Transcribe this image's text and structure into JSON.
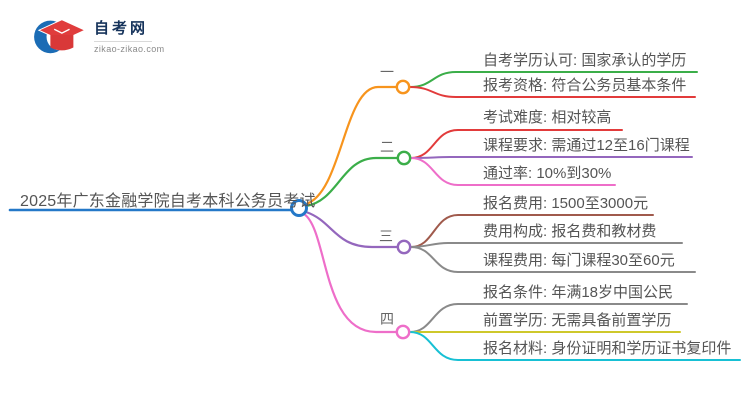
{
  "logo": {
    "title": "自考网",
    "domain": "zikao-zikao.com",
    "icon": "graduation-cap-crescent-icon",
    "colors": {
      "crescent_blue": "#1b6cb5",
      "cap_red": "#e03c3c",
      "title_navy": "#16335b"
    }
  },
  "root": {
    "label": "2025年广东金融学院自考本科公务员考试",
    "underline_color": "#2478c8"
  },
  "branches": [
    {
      "label": "一",
      "color": "#f7941d",
      "leaves": [
        {
          "text": "自考学历认可: 国家承认的学历",
          "color": "#3bae49"
        },
        {
          "text": "报考资格: 符合公务员基本条件",
          "color": "#e23b3b"
        }
      ]
    },
    {
      "label": "二",
      "color": "#3bae49",
      "leaves": [
        {
          "text": "考试难度: 相对较高",
          "color": "#e23b3b"
        },
        {
          "text": "课程要求: 需通过12至16门课程",
          "color": "#9467bd"
        },
        {
          "text": "通过率: 10%到30%",
          "color": "#ee6ec9"
        }
      ]
    },
    {
      "label": "三",
      "color": "#9467bd",
      "leaves": [
        {
          "text": "报名费用: 1500至3000元",
          "color": "#a05a4c"
        },
        {
          "text": "费用构成: 报名费和教材费",
          "color": "#8a8a8a"
        },
        {
          "text": "课程费用: 每门课程30至60元",
          "color": "#8a8a8a"
        }
      ]
    },
    {
      "label": "四",
      "color": "#ee6ec9",
      "leaves": [
        {
          "text": "报名条件: 年满18岁中国公民",
          "color": "#8a8a8a"
        },
        {
          "text": "前置学历: 无需具备前置学历",
          "color": "#cec82b"
        },
        {
          "text": "报名材料: 身份证明和学历证书复印件",
          "color": "#17c0d4"
        }
      ]
    }
  ]
}
